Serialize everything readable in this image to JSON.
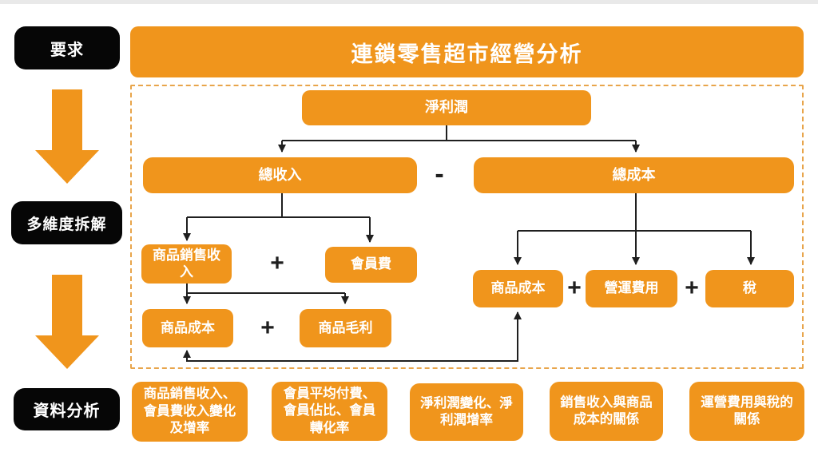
{
  "palette": {
    "orange": "#F0951C",
    "step_black": "#060606",
    "connector": "#1f1f1f",
    "dashed_border": "#E8A54B",
    "text_on_color": "#FFFFFF"
  },
  "sidebar": {
    "steps": [
      {
        "label": "要求"
      },
      {
        "label": "多維度拆解"
      },
      {
        "label": "資料分析"
      }
    ]
  },
  "header": {
    "title": "連鎖零售超市經營分析"
  },
  "flowchart": {
    "nodes": {
      "net_profit": {
        "label": "淨利潤"
      },
      "total_revenue": {
        "label": "總收入"
      },
      "total_cost": {
        "label": "總成本"
      },
      "product_sales_revenue": {
        "label": "商品銷售收入"
      },
      "membership_fee": {
        "label": "會員費"
      },
      "product_cost_left": {
        "label": "商品成本"
      },
      "product_gross_profit": {
        "label": "商品毛利"
      },
      "product_cost_right": {
        "label": "商品成本"
      },
      "operating_expense": {
        "label": "營運費用"
      },
      "tax": {
        "label": "稅"
      }
    },
    "operators": {
      "minus": "-",
      "plus": "+"
    }
  },
  "analysis": {
    "items": [
      {
        "label": "商品銷售收入、會員費收入變化及增率"
      },
      {
        "label": "會員平均付費、會員佔比、會員轉化率"
      },
      {
        "label": "淨利潤變化、淨利潤增率"
      },
      {
        "label": "銷售收入與商品成本的關係"
      },
      {
        "label": "運營費用與稅的關係"
      }
    ]
  }
}
